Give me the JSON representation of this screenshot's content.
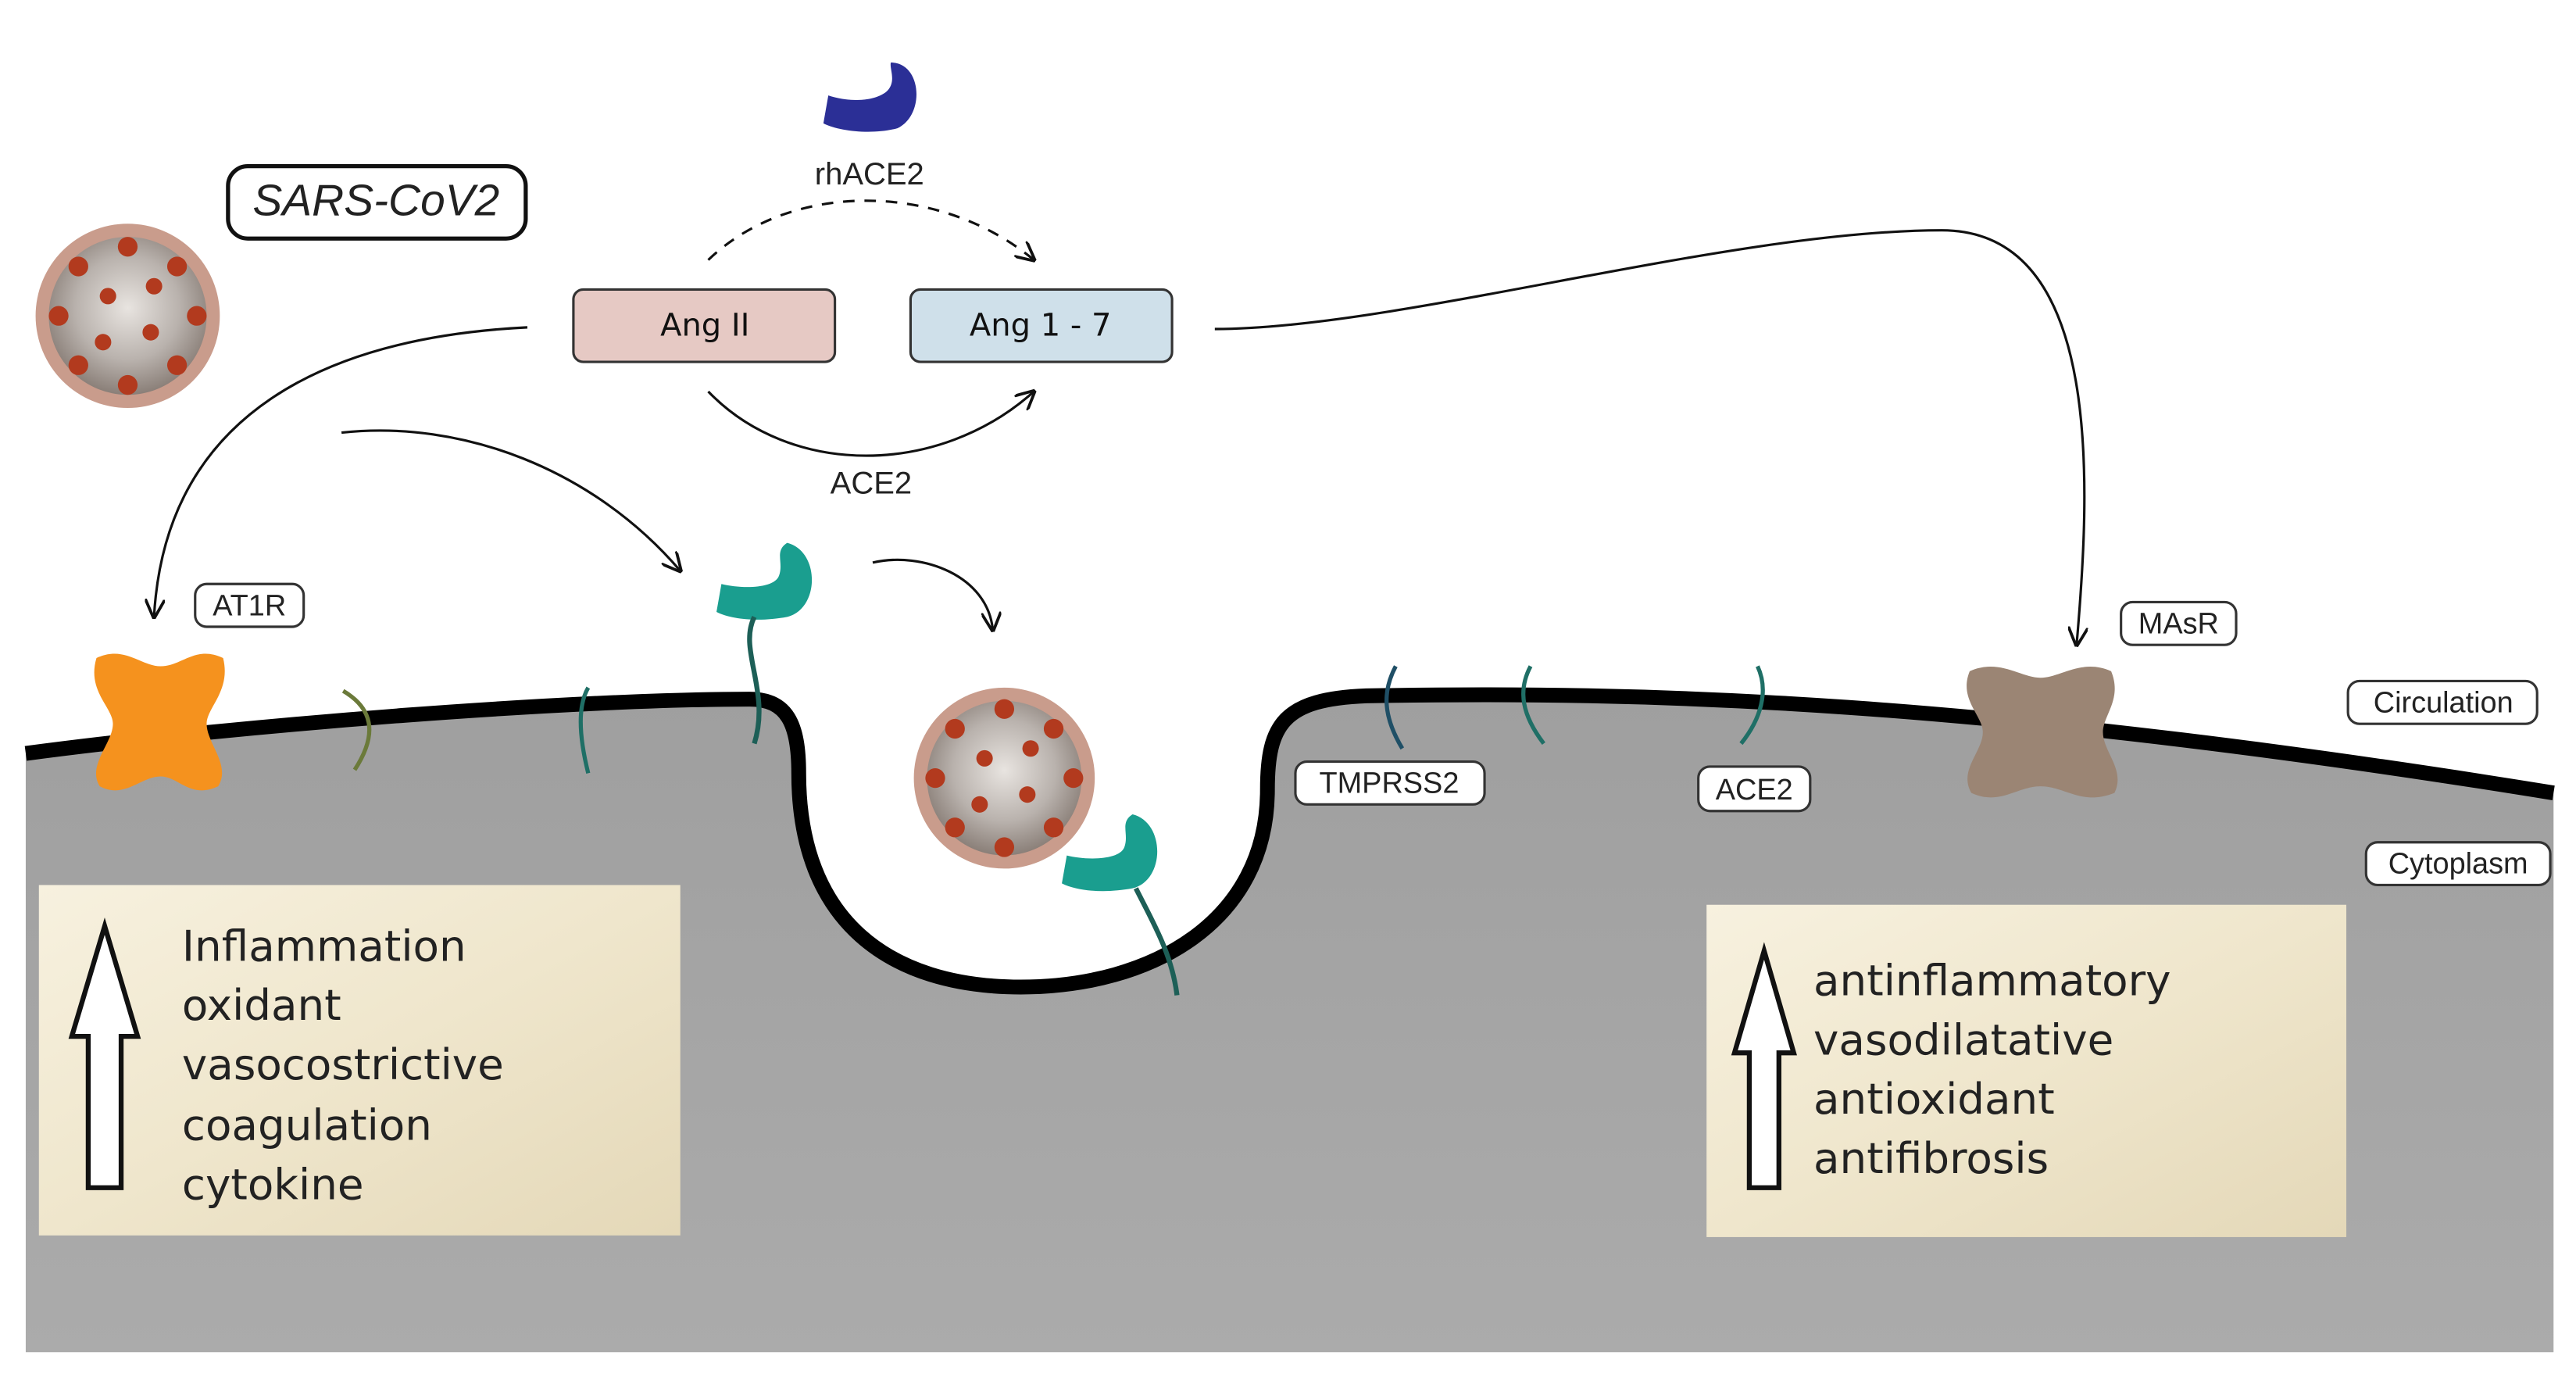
{
  "virus": {
    "label": "SARS-CoV2"
  },
  "nodes": {
    "ang2": "Ang II",
    "ang17": "Ang 1 - 7"
  },
  "enzymes": {
    "rhace2": "rhACE2",
    "ace2_top": "ACE2"
  },
  "receptors": {
    "at1r": "AT1R",
    "masr": "MAsR",
    "tmprss2": "TMPRSS2",
    "ace2_membrane": "ACE2"
  },
  "regions": {
    "circulation": "Circulation",
    "cytoplasm": "Cytoplasm"
  },
  "effects_left": [
    "Inflammation",
    "oxidant",
    "vasocostrictive",
    "coagulation",
    "cytokine"
  ],
  "effects_right": [
    "antinflammatory",
    "vasodilatative",
    "antioxidant",
    "antifibrosis"
  ],
  "colors": {
    "at1r": "#f5921e",
    "masr": "#9b8574",
    "ace2_receptor": "#1a9e8f",
    "rhace2": "#2b2f96",
    "cytoplasm": "#a8a8a8",
    "membrane": "#000000",
    "ang2_fill": "#e6c9c4",
    "ang17_fill": "#cfe0ea"
  },
  "icons": [
    "virus-icon",
    "rhace2-icon",
    "at1r-receptor-icon",
    "masr-receptor-icon",
    "ace2-receptor-icon",
    "up-arrow-icon"
  ]
}
